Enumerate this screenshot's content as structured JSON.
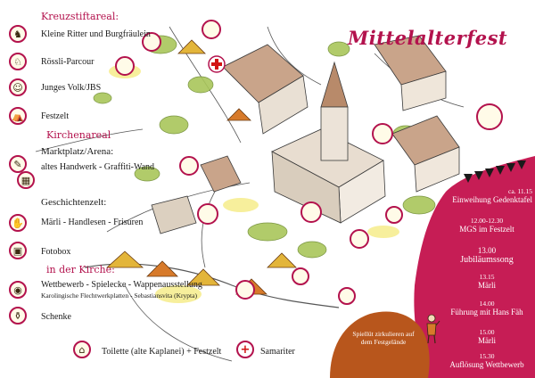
{
  "title": "Mittelalterfest",
  "colors": {
    "accent": "#b3124d",
    "timeline": "#c61d55",
    "orange_blob": "#b8561c",
    "cross": "#d21414"
  },
  "legend": {
    "kreuzstift": {
      "heading": "Kreuzstiftareal:",
      "items": [
        {
          "label": "Kleine Ritter und Burgfräulein",
          "icon": "knight-icon"
        },
        {
          "label": "Rössli-Parcour",
          "icon": "hobby-horse-icon"
        },
        {
          "label": "Junges Volk/JBS",
          "icon": "youth-icon"
        },
        {
          "label": "Festzelt",
          "icon": "tent-icon"
        }
      ]
    },
    "kirchenareal": {
      "heading": "Kirchenareal",
      "marktplatz_heading": "Marktplatz/Arena:",
      "marktplatz_item": "altes Handwerk - Graffiti-Wand",
      "geschichten_heading": "Geschichtenzelt:",
      "geschichten_item": "Märli - Handlesen - Frisuren",
      "fotobox": "Fotobox"
    },
    "kirche": {
      "heading": "in der Kirche:",
      "wettbewerb": "Wettbewerb - Spielecke - Wappenausstellung",
      "wettbewerb_sub": "Karolingische Flechtwerkplatten - Sebastiansvita (Krypta)",
      "schenke": "Schenke"
    },
    "footer": {
      "toilette": "Toilette (alte Kaplanei) + Festzelt",
      "samariter": "Samariter"
    }
  },
  "timeline": [
    {
      "time": "ca. 11.15",
      "event": "Einweihung Gedenktafel"
    },
    {
      "time": "12.00-12.30",
      "event": "MGS im Festzelt"
    },
    {
      "time": "13.00",
      "event": "Jubiläumssong"
    },
    {
      "time": "13.15",
      "event": "Märli"
    },
    {
      "time": "14.00",
      "event": "Führung mit Hans Fäh"
    },
    {
      "time": "15.00",
      "event": "Märli"
    },
    {
      "time": "15.30",
      "event": "Auflösung Wettbewerb"
    }
  ],
  "spielleute": "Spiellüt zirkulieren auf dem Festgelände"
}
